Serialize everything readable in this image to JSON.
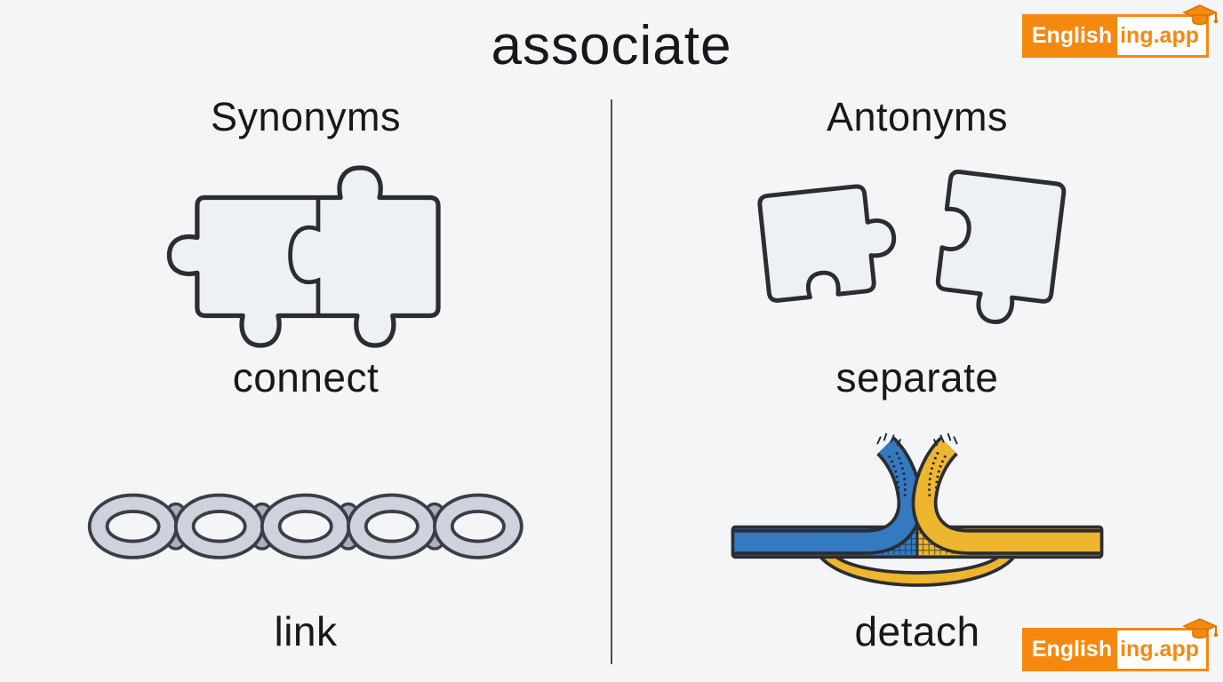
{
  "title": "associate",
  "logo": {
    "text_primary": "English",
    "text_secondary": "ing.app",
    "cap_icon": "graduation-cap-icon",
    "color": "#f5890f"
  },
  "sections": {
    "synonyms": {
      "heading": "Synonyms",
      "items": [
        {
          "word": "connect",
          "icon": "puzzle-connected-icon"
        },
        {
          "word": "link",
          "icon": "chain-icon"
        }
      ]
    },
    "antonyms": {
      "heading": "Antonyms",
      "items": [
        {
          "word": "separate",
          "icon": "puzzle-separated-icon"
        },
        {
          "word": "detach",
          "icon": "velcro-detach-icon"
        }
      ]
    }
  },
  "colors": {
    "background": "#f4f5f7",
    "text": "#17181c",
    "divider": "#4b4c52",
    "outline": "#2b2d33",
    "puzzle_fill": "#edf0f5",
    "chain_fill": "#cdd2dd",
    "chain_connector": "#aab0bd",
    "velcro_blue": "#3579c0",
    "velcro_yellow": "#edb62e",
    "logo_orange": "#f5890f"
  }
}
